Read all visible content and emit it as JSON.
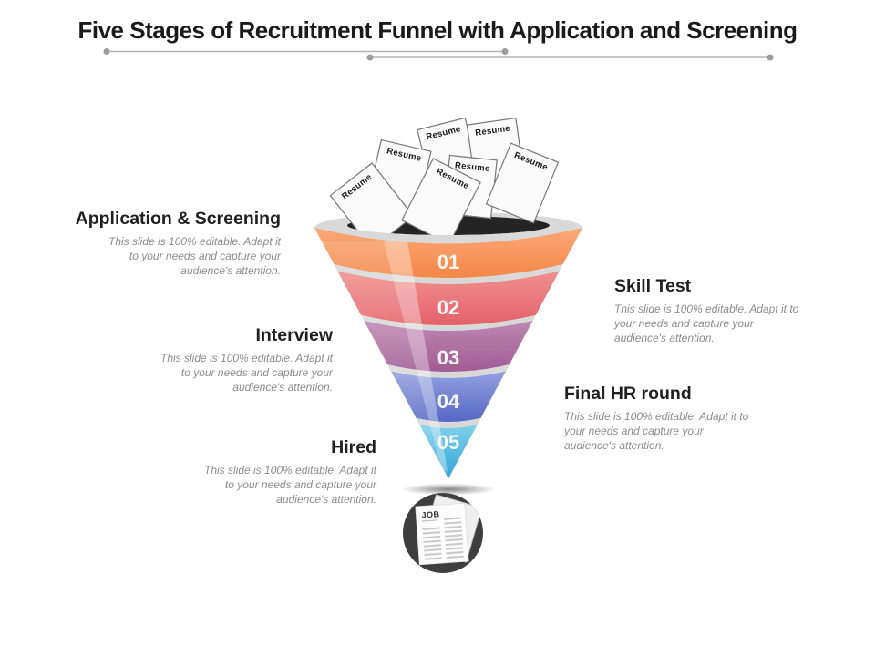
{
  "title": "Five Stages of Recruitment Funnel with Application and Screening",
  "resume_label": "Resume",
  "job_label": "JOB",
  "stages": [
    {
      "number": "01",
      "name": "Application & Screening",
      "color_top": "#FBA878",
      "color": "#F58747"
    },
    {
      "number": "02",
      "name": "Skill Test",
      "color_top": "#F0908F",
      "color": "#E4626A"
    },
    {
      "number": "03",
      "name": "Interview",
      "color_top": "#BE87B2",
      "color": "#A15C94"
    },
    {
      "number": "04",
      "name": "Final HR round",
      "color_top": "#93A0E0",
      "color": "#5668C5"
    },
    {
      "number": "05",
      "name": "Hired",
      "color_top": "#7FD0EA",
      "color": "#31A5D8"
    }
  ],
  "note_left_lines": [
    "This slide is 100% editable. Adapt it",
    "to your needs and capture your",
    "audience's attention."
  ],
  "note_right_lines": [
    "This slide is 100% editable. Adapt it to",
    "your needs and capture your",
    "audience's attention."
  ],
  "colors": {
    "rim_gray": "#D9D9D9",
    "funnel_hole": "#242424",
    "job_circle": "#3E3E3E",
    "divider_line": "#B3B3B3",
    "divider_dot": "#9C9C9C",
    "description_text": "#8C8C8C"
  }
}
